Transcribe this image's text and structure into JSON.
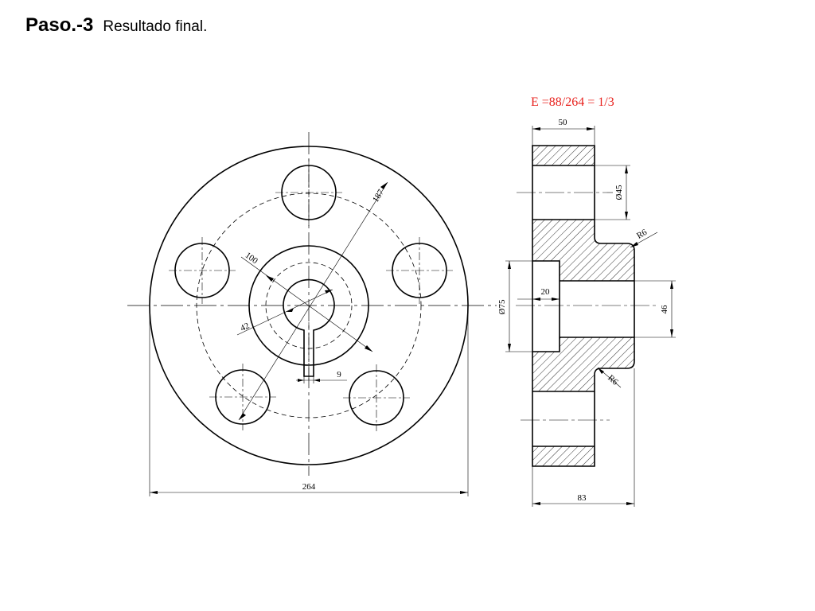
{
  "header": {
    "step": "Paso.-3",
    "description": "Resultado final."
  },
  "scale_note": {
    "text": "E =88/264 = 1/3",
    "color": "#e8231f"
  },
  "front_view": {
    "dimensions": {
      "outer_diameter": "264",
      "bolt_circle": "187",
      "hub_diameter": "100",
      "bore": "42",
      "keyway": "9"
    }
  },
  "section_view": {
    "dimensions": {
      "flange_thickness": "50",
      "hole_diameter": "Ø45",
      "fillet_top": "R6",
      "fillet_bottom": "R6",
      "counterbore_depth": "20",
      "counterbore_diameter": "Ø75",
      "bore_height": "46",
      "total_length": "83"
    }
  }
}
